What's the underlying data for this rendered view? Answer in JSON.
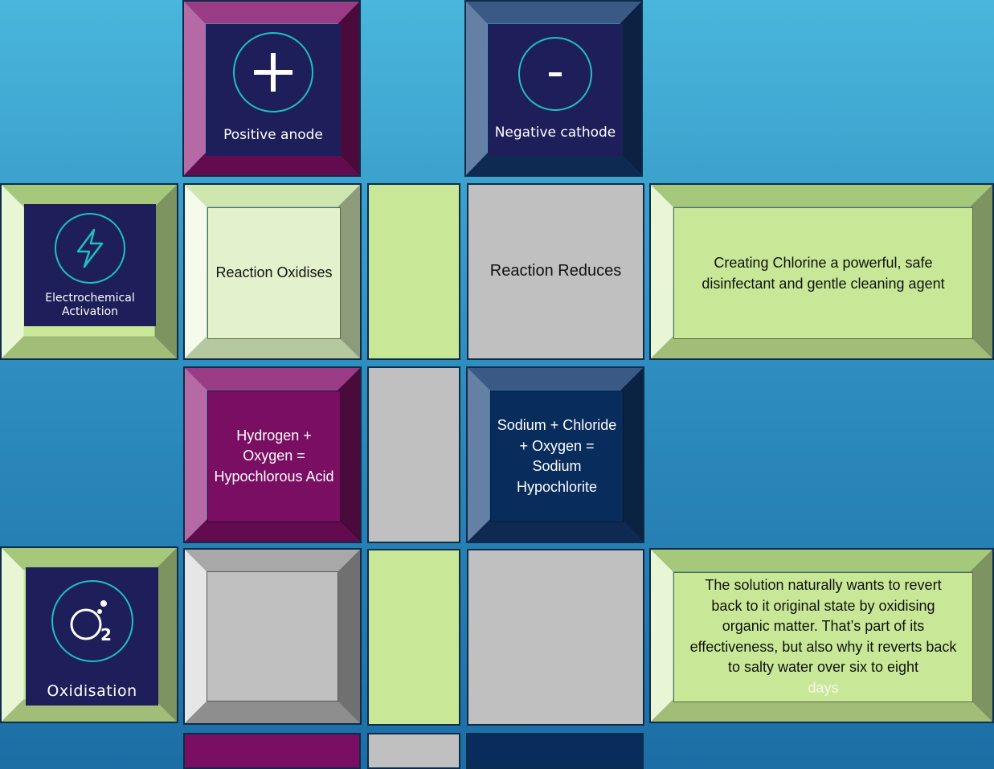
{
  "colors": {
    "magenta": "#7a0e63",
    "navy": "#082c5c",
    "light_green": "#c8e897",
    "grey": "#c0c0c0",
    "icon_navy": "#1e1f5a",
    "teal": "#1fc0c0"
  },
  "icons": {
    "anode": {
      "name": "plus-icon",
      "label": "Positive anode"
    },
    "cathode": {
      "name": "minus-icon",
      "label": "Negative cathode"
    },
    "activation": {
      "name": "lightning-icon",
      "label_line1": "Electrochemical",
      "label_line2": "Activation"
    },
    "oxidisation": {
      "name": "oxygen-molecule-icon",
      "label": "Oxidisation"
    }
  },
  "cells": {
    "reaction_oxidises": "Reaction Oxidises",
    "reaction_reduces": "Reaction Reduces",
    "chlorine_text": "Creating Chlorine a powerful, safe disinfectant and gentle cleaning agent",
    "hypochlorous": "Hydrogen + Oxygen = Hypochlorous Acid",
    "hypochlorite": "Sodium + Chloride + Oxygen = Sodium Hypochlorite",
    "solution_text": "The solution naturally wants to revert back to it original state by oxidising organic matter.  That’s part of its effectiveness, but also why it reverts back to salty water over six to eight",
    "solution_text_end": "days"
  }
}
